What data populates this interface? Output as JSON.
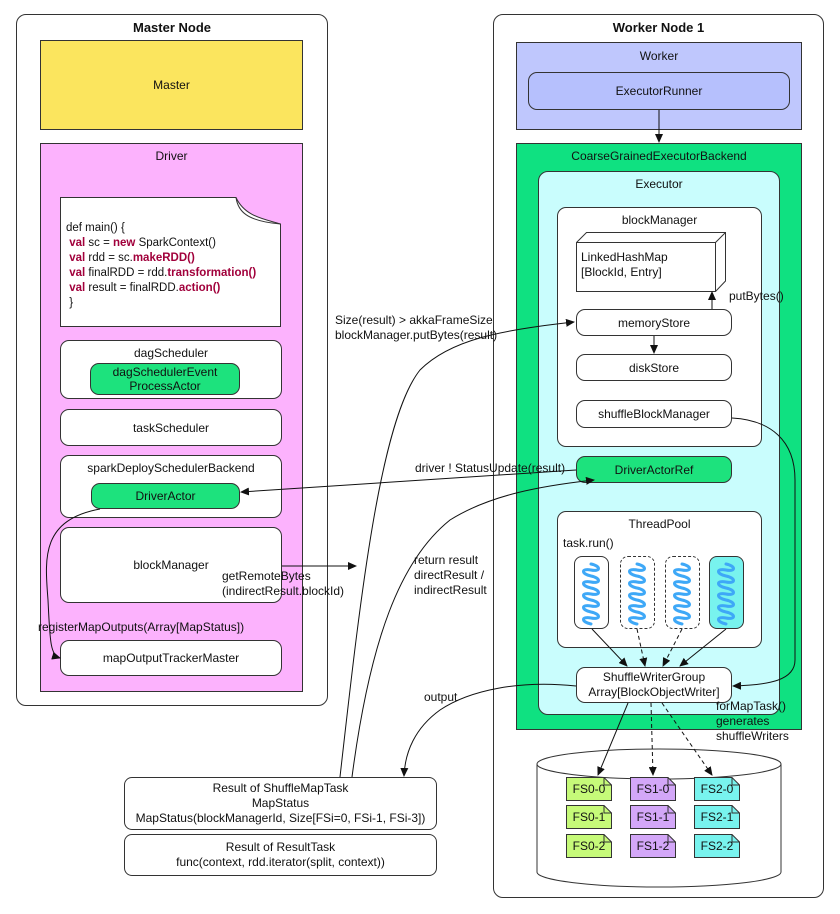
{
  "master_node": {
    "title": "Master Node",
    "master": "Master",
    "driver": "Driver",
    "code": {
      "line1": "def main() {",
      "line2_kw": "val",
      "line2_a": " sc = ",
      "line2_kw2": "new",
      "line2_b": " SparkContext()",
      "line3_kw": "val",
      "line3_a": " rdd = sc.",
      "line3_kw2": "makeRDD()",
      "line4_kw": "val",
      "line4_a": " finalRDD = rdd.",
      "line4_kw2": "transformation()",
      "line5_kw": "val",
      "line5_a": " result = finalRDD.",
      "line5_kw2": "action()",
      "line6": "}"
    },
    "dag_scheduler": "dagScheduler",
    "dag_actor_line1": "dagSchedulerEvent",
    "dag_actor_line2": "ProcessActor",
    "task_scheduler": "taskScheduler",
    "backend": "sparkDeploySchedulerBackend",
    "driver_actor": "DriverActor",
    "block_manager": "blockManager",
    "map_output_tracker": "mapOutputTrackerMaster"
  },
  "worker_node": {
    "title": "Worker Node 1",
    "worker": "Worker",
    "executor_runner": "ExecutorRunner",
    "backend": "CoarseGrainedExecutorBackend",
    "executor": "Executor",
    "block_manager": "blockManager",
    "linked_line1": "LinkedHashMap",
    "linked_line2": "[BlockId, Entry]",
    "memory_store": "memoryStore",
    "disk_store": "diskStore",
    "shuffle_block_manager": "shuffleBlockManager",
    "driver_actor_ref": "DriverActorRef",
    "thread_pool": "ThreadPool",
    "task_run": "task.run()",
    "writer_group_line1": "ShuffleWriterGroup",
    "writer_group_line2": "Array[BlockObjectWriter]",
    "files": [
      [
        "FS0-0",
        "FS0-1",
        "FS0-2"
      ],
      [
        "FS1-0",
        "FS1-1",
        "FS1-2"
      ],
      [
        "FS2-0",
        "FS2-1",
        "FS2-2"
      ]
    ]
  },
  "results": {
    "shuffle_line1": "Result of ShuffleMapTask",
    "shuffle_line2": "MapStatus",
    "shuffle_line3": "MapStatus(blockManagerId, Size[FSi=0, FSi-1, FSi-3])",
    "result_line1": "Result of ResultTask",
    "result_line2": "func(context, rdd.iterator(split, context))"
  },
  "labels": {
    "size_line1": "Size(result) > akkaFrameSize",
    "size_line2": "blockManager.putBytes(result)",
    "put_bytes": "putBytes()",
    "status_update": "driver ! StatusUpdate(result)",
    "return_line1": "return result",
    "return_line2": "directResult /",
    "return_line3": "indirectResult",
    "remote_line1": "getRemoteBytes",
    "remote_line2": "(indirectResult.blockId)",
    "register": "registerMapOutputs(Array[MapStatus])",
    "output": "output",
    "formap_line1": "forMapTask()",
    "formap_line2": "generates",
    "formap_line3": "shuffleWriters"
  },
  "colors": {
    "master": "#fbe55e",
    "driver": "#fcb2fd",
    "worker": "#bfc7fd",
    "executor_runner": "#b6c0fd",
    "backend": "#0fe181",
    "executor": "#c9fdfd",
    "green_box": "#1de27d",
    "fs0": "#c6fa79",
    "fs1": "#d3a7f8",
    "fs2": "#78f3ee",
    "thread": "#3ea8f7"
  }
}
